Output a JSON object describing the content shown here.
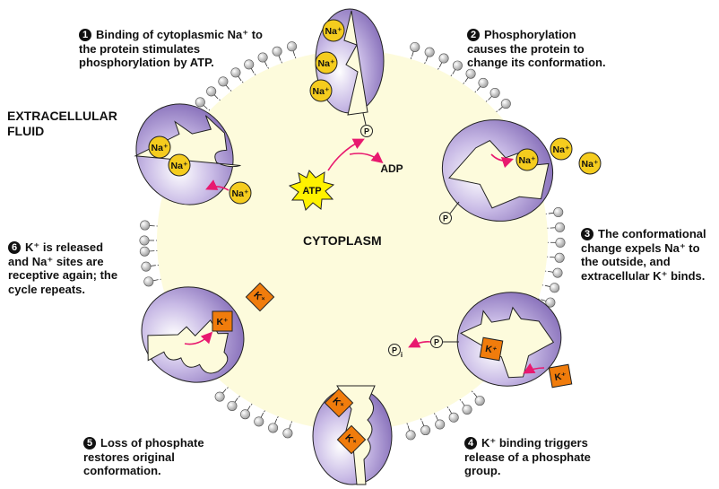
{
  "title": "Sodium-potassium pump cycle",
  "regions": {
    "extracellular": "EXTRACELLULAR\nFLUID",
    "cytoplasm": "CYTOPLASM"
  },
  "steps": [
    {
      "number": "1",
      "text": "Binding of cytoplasmic Na⁺ to the protein stimulates phosphorylation by ATP."
    },
    {
      "number": "2",
      "text": "Phosphorylation causes the protein to change its conformation."
    },
    {
      "number": "3",
      "text": "The conformational change expels Na⁺ to the outside, and extracellular K⁺ binds."
    },
    {
      "number": "4",
      "text": "K⁺ binding triggers release of a phosphate group."
    },
    {
      "number": "5",
      "text": "Loss of phosphate restores original conformation."
    },
    {
      "number": "6",
      "text": "K⁺ is released and Na⁺ sites are receptive again; the cycle repeats."
    }
  ],
  "labels": {
    "atp": "ATP",
    "adp": "ADP",
    "phosphate": "P",
    "phosphate_inorganic_sub": "i",
    "sodium": "Na⁺",
    "potassium": "K⁺"
  },
  "colors": {
    "cytoplasm": "#fdfbdc",
    "protein": "#9b86c9",
    "protein_light": "#f1ecfa",
    "sodium": "#f5cc1e",
    "potassium": "#f07c0c",
    "arrow": "#e8196f",
    "atp_star": "#fff200",
    "lipid_head": "#c9c9c9"
  }
}
